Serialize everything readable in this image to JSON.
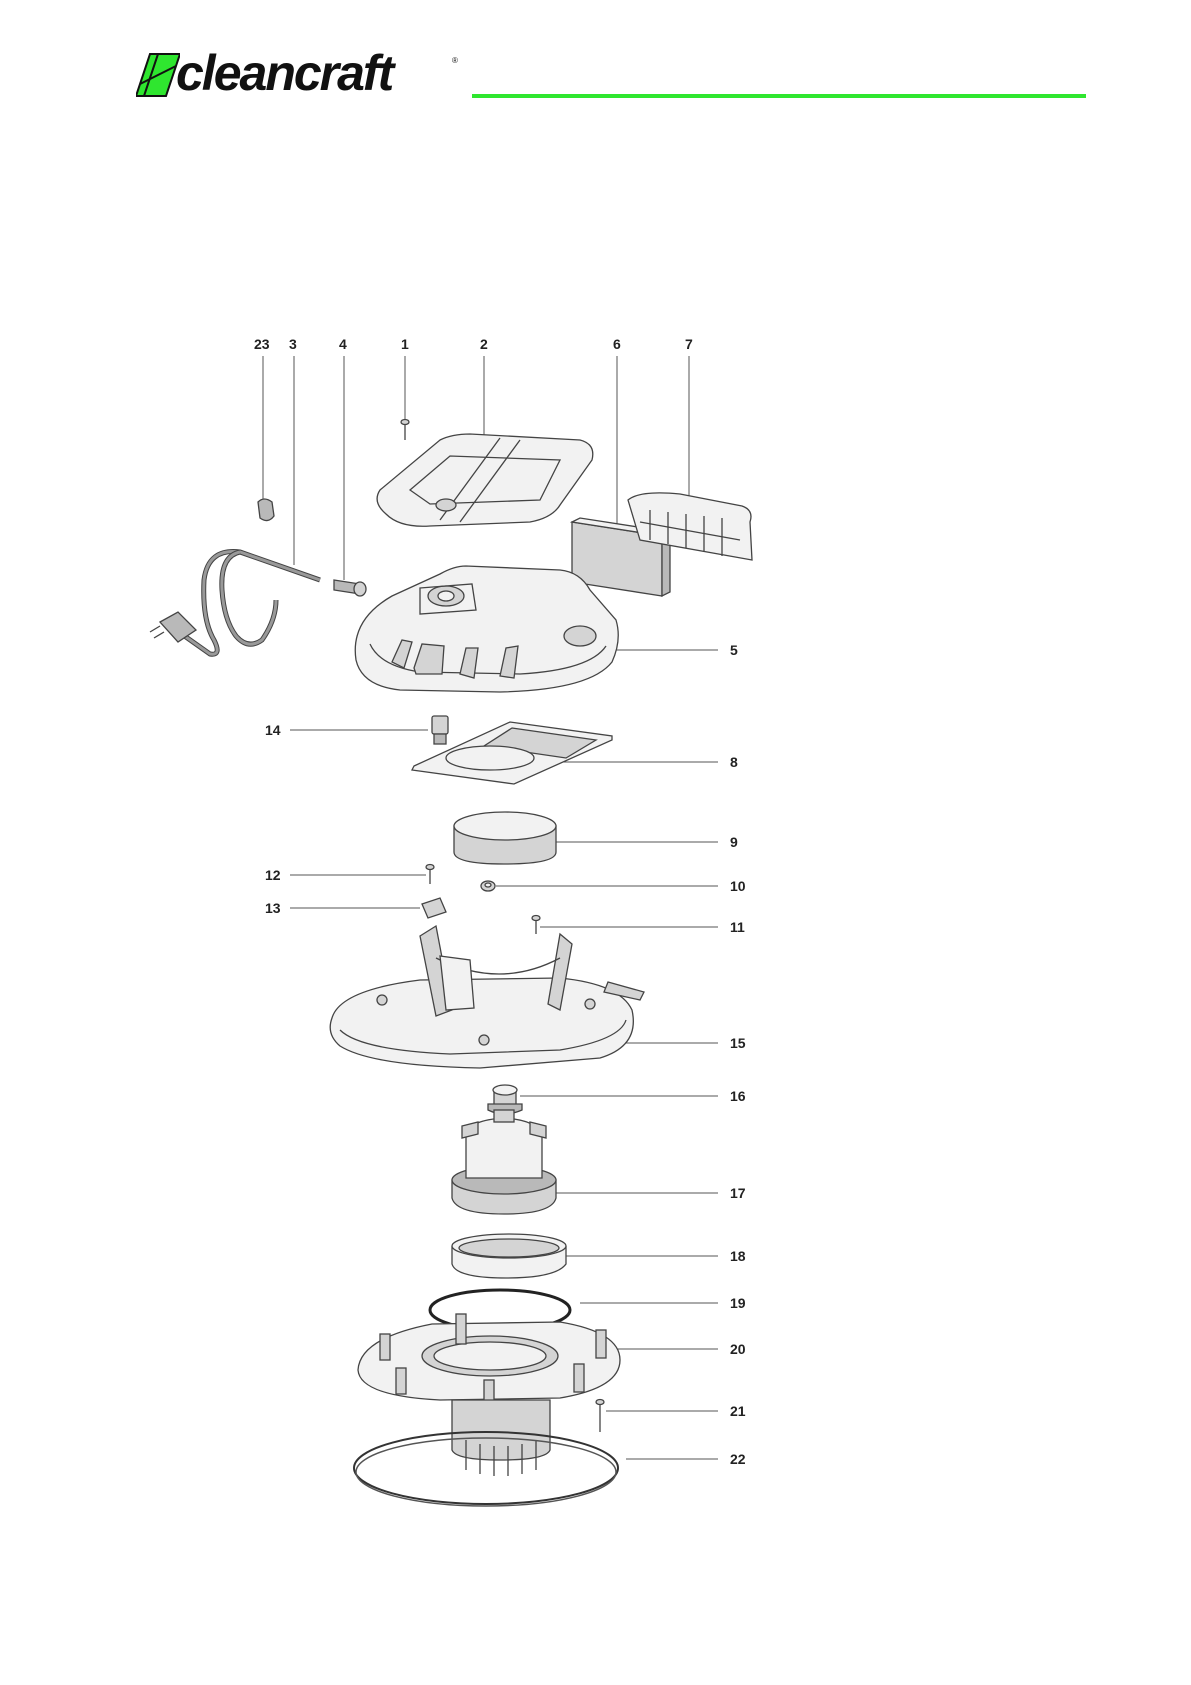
{
  "brand": {
    "logo_text": "cleancraft",
    "registered_mark": "®",
    "accent_color": "#2fe62f"
  },
  "diagram": {
    "type": "exploded parts diagram",
    "part_numbers": [
      "23",
      "3",
      "4",
      "1",
      "2",
      "6",
      "7",
      "5",
      "14",
      "8",
      "9",
      "12",
      "10",
      "13",
      "11",
      "15",
      "16",
      "17",
      "18",
      "19",
      "20",
      "21",
      "22"
    ]
  }
}
